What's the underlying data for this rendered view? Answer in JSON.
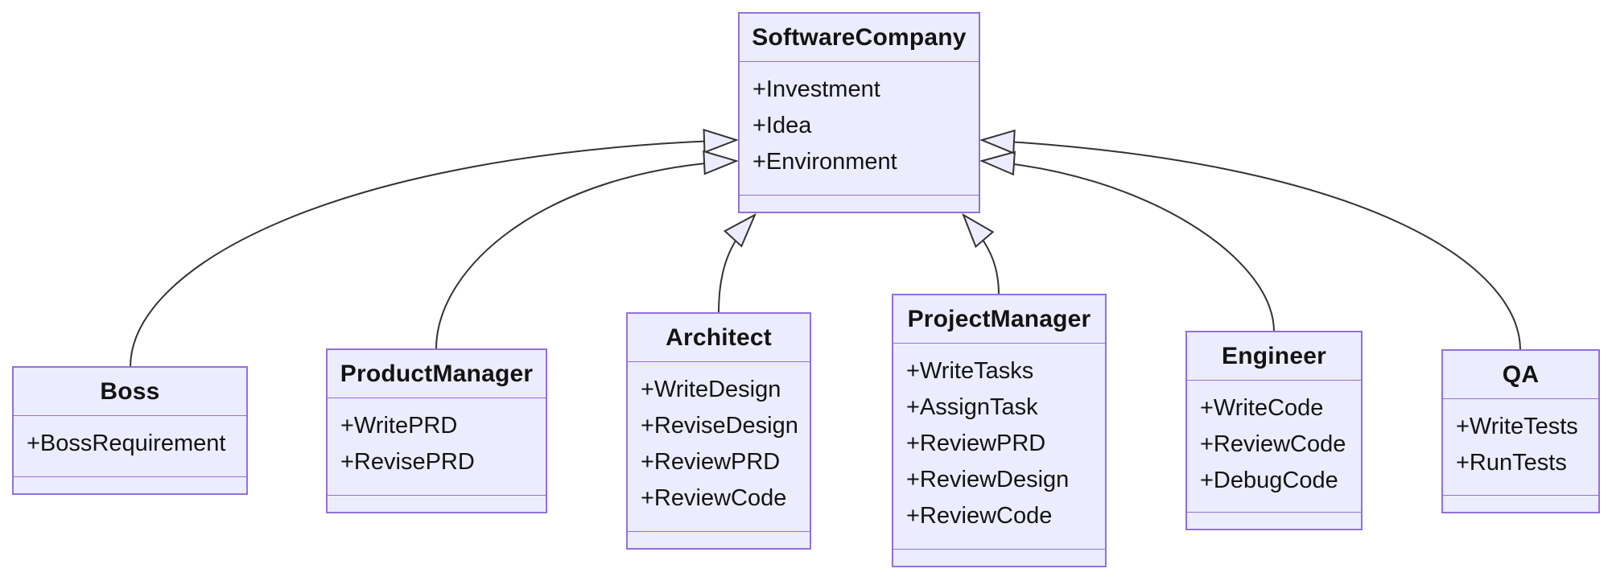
{
  "diagram": {
    "type": "uml-class-diagram",
    "colors": {
      "node_fill": "#ECECFF",
      "node_border": "#9370DB",
      "edge": "#333333",
      "background": "#ffffff",
      "text": "#131313"
    },
    "classes": [
      {
        "name": "SoftwareCompany",
        "members": [
          "+Investment",
          "+Idea",
          "+Environment"
        ]
      },
      {
        "name": "Boss",
        "members": [
          "+BossRequirement"
        ]
      },
      {
        "name": "ProductManager",
        "members": [
          "+WritePRD",
          "+RevisePRD"
        ]
      },
      {
        "name": "Architect",
        "members": [
          "+WriteDesign",
          "+ReviseDesign",
          "+ReviewPRD",
          "+ReviewCode"
        ]
      },
      {
        "name": "ProjectManager",
        "members": [
          "+WriteTasks",
          "+AssignTask",
          "+ReviewPRD",
          "+ReviewDesign",
          "+ReviewCode"
        ]
      },
      {
        "name": "Engineer",
        "members": [
          "+WriteCode",
          "+ReviewCode",
          "+DebugCode"
        ]
      },
      {
        "name": "QA",
        "members": [
          "+WriteTests",
          "+RunTests"
        ]
      }
    ],
    "relations": [
      {
        "from": "Boss",
        "to": "SoftwareCompany",
        "type": "inheritance",
        "arrowhead": "hollow-triangle"
      },
      {
        "from": "ProductManager",
        "to": "SoftwareCompany",
        "type": "inheritance",
        "arrowhead": "hollow-triangle"
      },
      {
        "from": "Architect",
        "to": "SoftwareCompany",
        "type": "inheritance",
        "arrowhead": "hollow-triangle"
      },
      {
        "from": "ProjectManager",
        "to": "SoftwareCompany",
        "type": "inheritance",
        "arrowhead": "hollow-triangle"
      },
      {
        "from": "Engineer",
        "to": "SoftwareCompany",
        "type": "inheritance",
        "arrowhead": "hollow-triangle"
      },
      {
        "from": "QA",
        "to": "SoftwareCompany",
        "type": "inheritance",
        "arrowhead": "hollow-triangle"
      }
    ]
  }
}
